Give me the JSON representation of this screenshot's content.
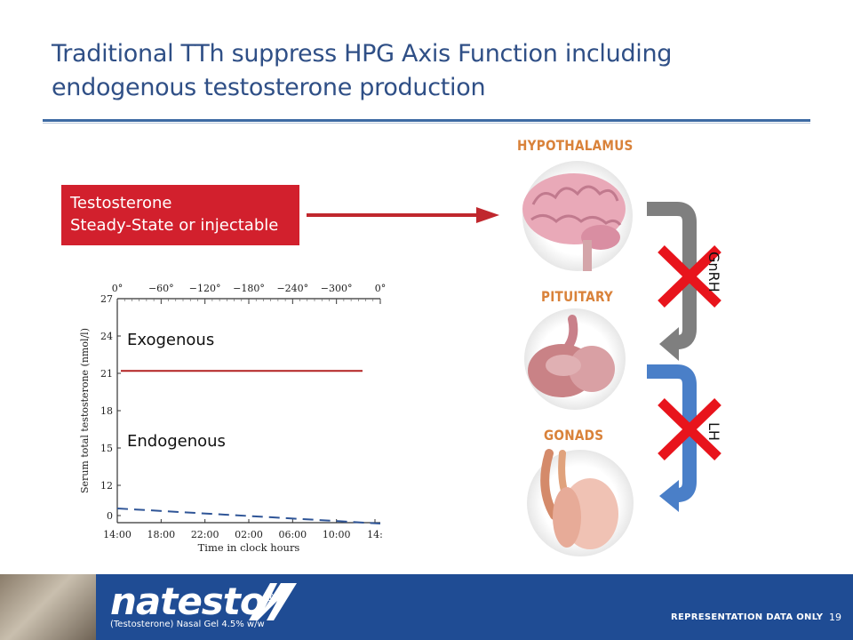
{
  "title": {
    "line1": "Traditional TTh suppress HPG Axis Function including",
    "line2": "endogenous testosterone production"
  },
  "testosterone_box": {
    "line1": "Testosterone",
    "line2": "Steady-State or injectable"
  },
  "axis_diagram": {
    "organs": [
      "HYPOTHALAMUS",
      "PITUITARY",
      "GONADS"
    ],
    "arrow_labels": [
      "GnRH",
      "LH"
    ]
  },
  "chart": {
    "top_ticks": [
      "0°",
      "−60°",
      "−120°",
      "−180°",
      "−240°",
      "−300°",
      "0°"
    ],
    "y_ticks": [
      "27",
      "24",
      "21",
      "18",
      "15",
      "12",
      "0"
    ],
    "x_ticks": [
      "14:00",
      "18:00",
      "22:00",
      "02:00",
      "06:00",
      "10:00",
      "14:"
    ],
    "ylabel": "Serum total testosterone (nmol/l)",
    "xlabel": "Time in clock hours",
    "exogenous_label": "Exogenous",
    "endogenous_label": "Endogenous",
    "exogenous_color": "#b22222",
    "endogenous_color": "#2f5597"
  },
  "footer": {
    "logo": "natesto",
    "logo_mark": "®",
    "logo_sub": "(Testosterone) Nasal Gel 4.5% w/w",
    "representation": "REPRESENTATION DATA ONLY",
    "page": "19"
  }
}
